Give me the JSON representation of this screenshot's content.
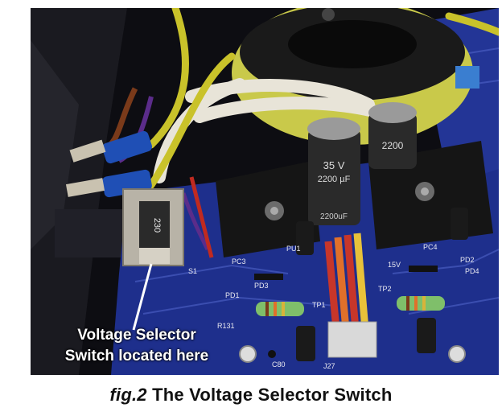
{
  "figure": {
    "caption_prefix": "fig.2",
    "caption_text": "The Voltage Selector Switch"
  },
  "annotation": {
    "line1": "Voltage Selector",
    "line2": "Switch located here"
  },
  "pcb_labels": {
    "switch_value": "230",
    "cap_left_line1": "35 V",
    "cap_left_line2": "2200 µF",
    "cap_left_bottom": "2200uF",
    "cap_right": "2200",
    "silk_r131": "R131",
    "silk_tp1": "TP1",
    "silk_tp2": "TP2",
    "silk_pd1": "PD1",
    "silk_pd2": "PD2",
    "silk_pd3": "PD3",
    "silk_pd4": "PD4",
    "silk_pc3": "PC3",
    "silk_pc4": "PC4",
    "silk_pu1": "PU1",
    "silk_j27": "J27",
    "silk_c80": "C80",
    "silk_s1": "S1",
    "silk_15v": "15V"
  },
  "colors": {
    "pcb": "#1e2f8c",
    "wire_yellow_green": "#c9c22a",
    "wire_blue_connector": "#1f4fb5",
    "cable_orange": "#e0702a",
    "cable_red": "#c7362a",
    "cable_yellow": "#e8c23a",
    "heatsink": "#141414",
    "toroid_tape": "#c9c94a"
  }
}
